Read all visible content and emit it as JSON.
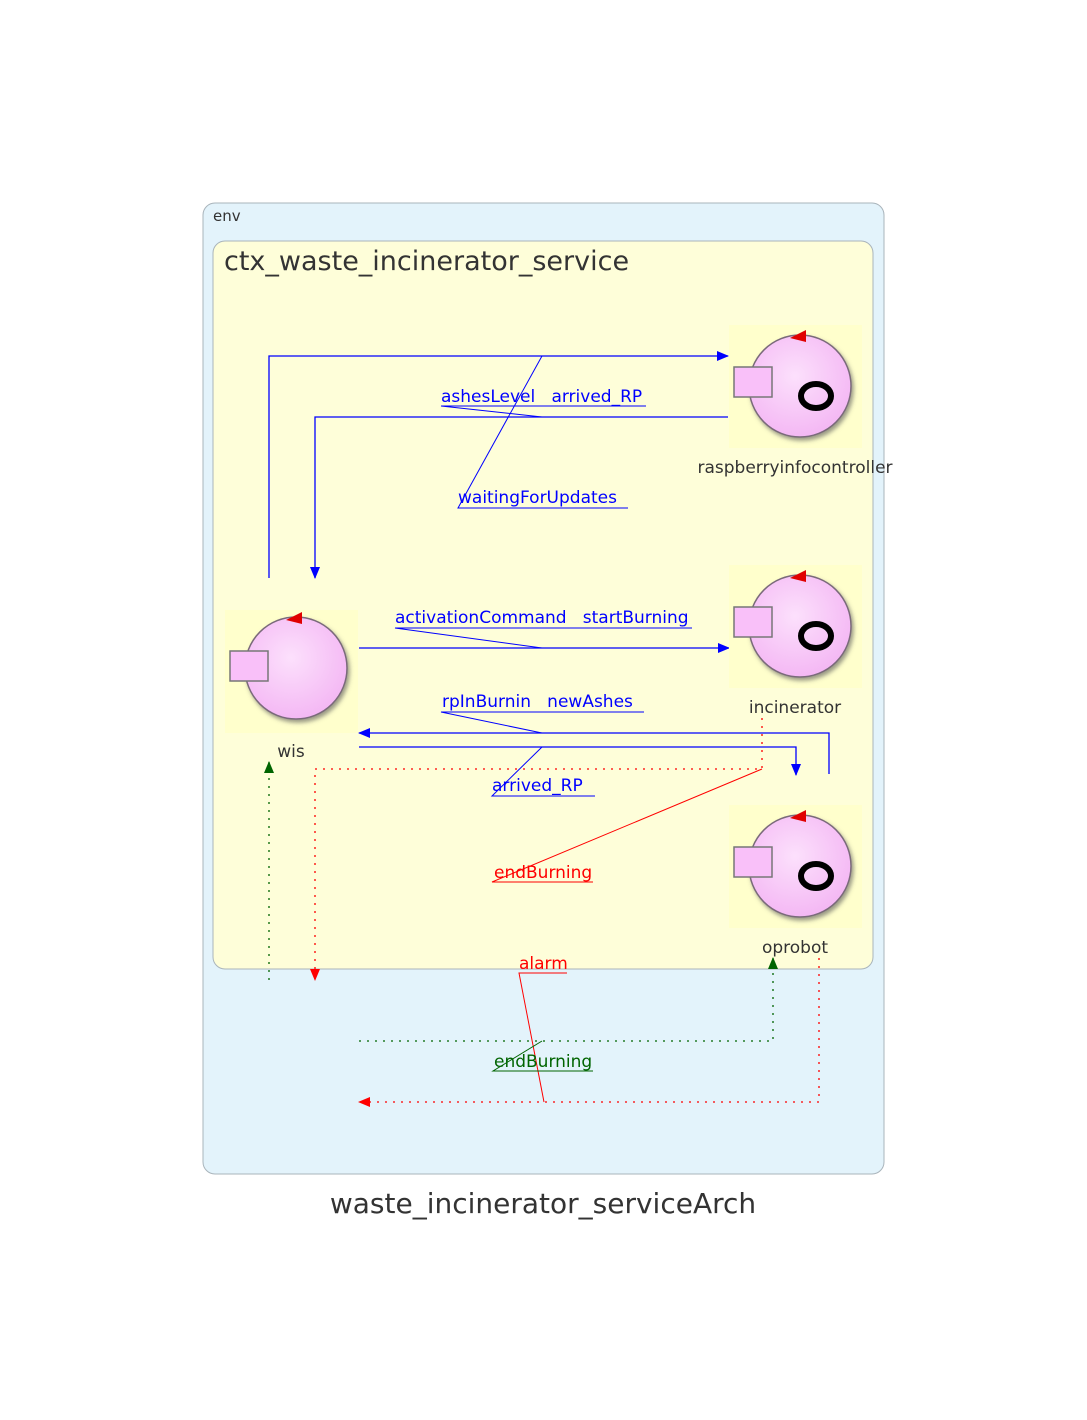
{
  "diagram": {
    "title": "waste_incinerator_serviceArch",
    "env_label": "env",
    "context_label": "ctx_waste_incinerator_service",
    "actors": {
      "raspberry": "raspberryinfocontroller",
      "incinerator": "incinerator",
      "oprobot": "oprobot",
      "wis": "wis"
    },
    "messages": {
      "wis_to_raspberry": "waitingForUpdates",
      "raspberry_to_wis": "ashesLevel   arrived_RP",
      "wis_to_incinerator": "activationCommand   startBurning",
      "oprobot_to_wis": "rpInBurnin   newAshes",
      "wis_to_oprobot": "arrived_RP",
      "incinerator_event": "endBurning",
      "oprobot_alarm": "alarm",
      "env_endburning": "endBurning"
    },
    "colors": {
      "request": "#0000ff",
      "event": "#ff0000",
      "external": "#006400",
      "env_fill": "#e3f3fb",
      "context_fill": "#fefed9",
      "actor_fill": "#f9c9f9"
    }
  }
}
